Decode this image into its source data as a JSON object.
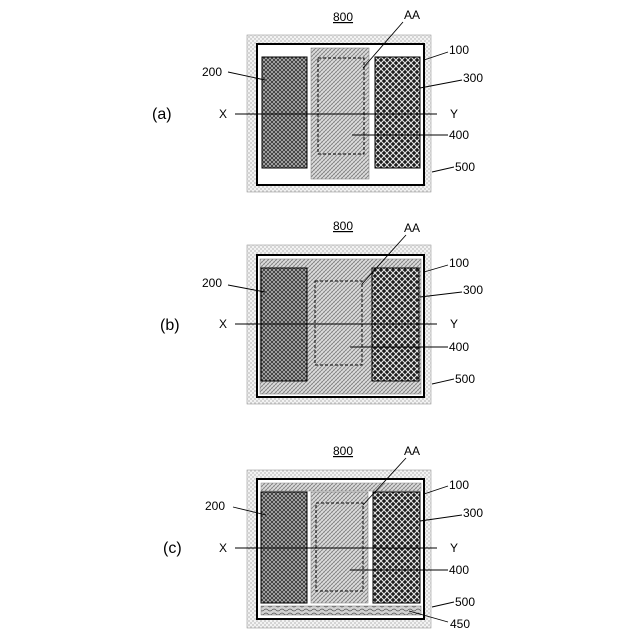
{
  "figure": {
    "panels": [
      {
        "id": "a",
        "label": "(a)",
        "refs": {
          "device": "800",
          "aa": "AA",
          "frame": "100",
          "left_block": "200",
          "right_block": "300",
          "center": "400",
          "outer": "500",
          "x": "X",
          "y": "Y"
        }
      },
      {
        "id": "b",
        "label": "(b)",
        "refs": {
          "device": "800",
          "aa": "AA",
          "frame": "100",
          "left_block": "200",
          "right_block": "300",
          "center": "400",
          "outer": "500",
          "x": "X",
          "y": "Y"
        }
      },
      {
        "id": "c",
        "label": "(c)",
        "refs": {
          "device": "800",
          "aa": "AA",
          "frame": "100",
          "left_block": "200",
          "right_block": "300",
          "center": "400",
          "outer": "500",
          "bottom_strip": "450",
          "x": "X",
          "y": "Y"
        }
      }
    ]
  }
}
